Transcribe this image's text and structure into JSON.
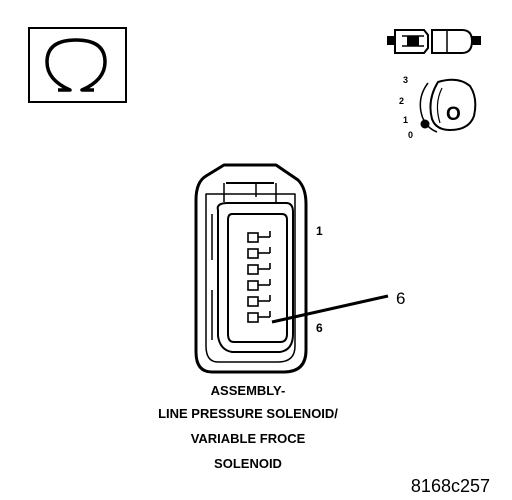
{
  "symbols": {
    "ohm_icon": "ohm-symbol",
    "connector_icon": "connector-probe",
    "key_icon": "ignition-key"
  },
  "key_positions": [
    "3",
    "2",
    "1",
    "0"
  ],
  "key_letter": "O",
  "pin_labels": {
    "first": "1",
    "last": "6",
    "callout": "6"
  },
  "caption": {
    "line1": "ASSEMBLY-",
    "line2": "LINE PRESSURE SOLENOID/",
    "line3": "VARIABLE FROCE",
    "line4": "SOLENOID"
  },
  "figure_id": "8168c257",
  "colors": {
    "ink": "#000000",
    "paper": "#ffffff"
  }
}
